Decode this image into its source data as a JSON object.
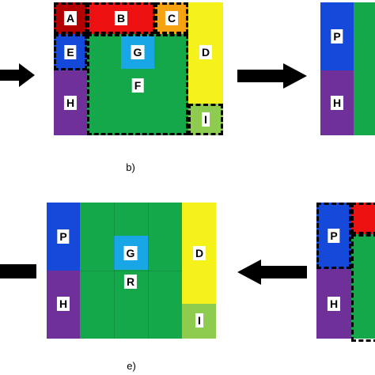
{
  "colors": {
    "dark_red": "#b30000",
    "red": "#ee1111",
    "orange": "#f5a20e",
    "yellow": "#f4f21a",
    "light_green": "#8dcc4e",
    "green": "#14a84a",
    "blue": "#1549d9",
    "cyan": "#18a6e6",
    "purple": "#6f3199",
    "arrow": "#000000"
  },
  "panel_b": {
    "caption": "b)",
    "labels": {
      "a": "A",
      "b": "B",
      "c": "C",
      "d": "D",
      "e": "E",
      "f": "F",
      "g": "G",
      "h": "H",
      "i": "I"
    }
  },
  "panel_c": {
    "labels": {
      "p": "P",
      "h": "H"
    }
  },
  "panel_e": {
    "caption": "e)",
    "labels": {
      "p": "P",
      "g": "G",
      "r": "R",
      "d": "D",
      "h": "H",
      "i": "I"
    }
  },
  "panel_f": {
    "labels": {
      "p": "P",
      "h": "H"
    }
  },
  "icons": [
    "arrow-right-icon",
    "arrow-right-icon",
    "arrow-left-icon",
    "arrow-left-icon"
  ]
}
